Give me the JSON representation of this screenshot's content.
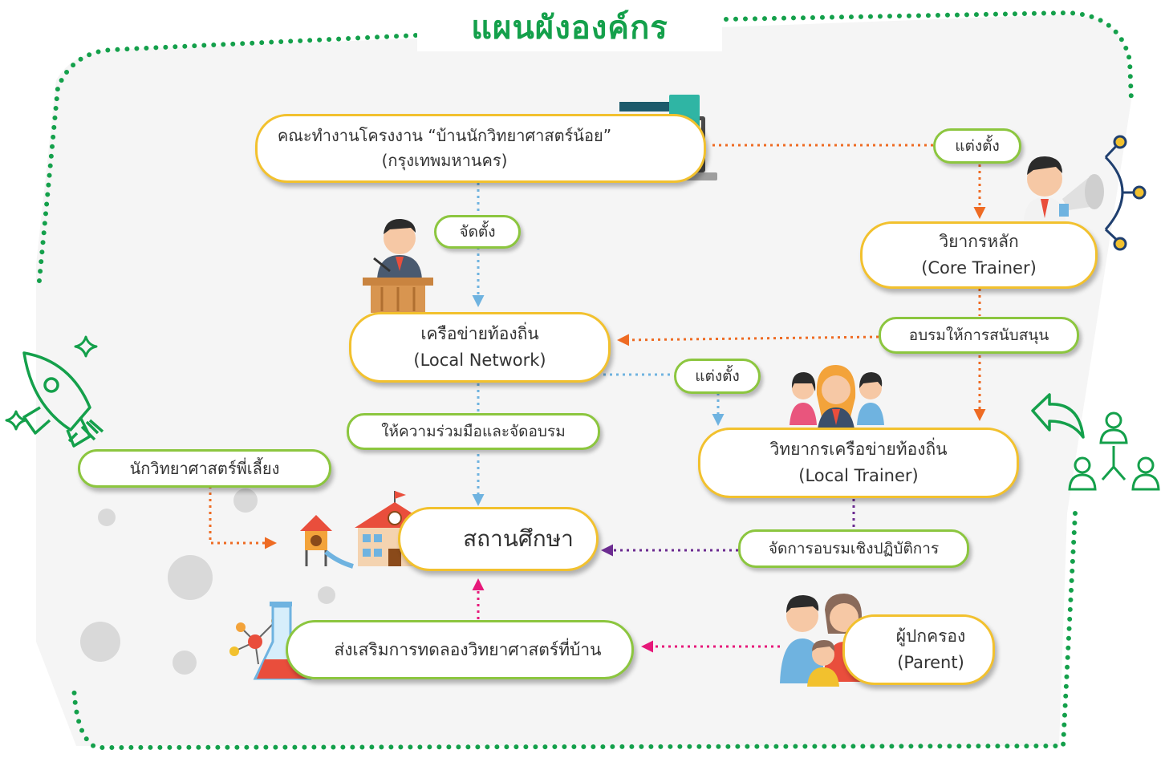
{
  "title": "แผนผังองค์กร",
  "nodes": {
    "committee": {
      "line1": "คณะทำงานโครงงาน “บ้านนักวิทยาศาสตร์น้อย”",
      "line2": "(กรุงเทพมหานคร)"
    },
    "core_trainer": {
      "line1": "วิยากรหลัก",
      "line2": "(Core Trainer)"
    },
    "local_network": {
      "line1": "เครือข่ายท้องถิ่น",
      "line2": "(Local Network)"
    },
    "local_trainer": {
      "line1": "วิทยากรเครือข่ายท้องถิ่น",
      "line2": "(Local Trainer)"
    },
    "school": {
      "line1": "สถานศึกษา"
    },
    "mentor": {
      "line1": "นักวิทยาศาสตร์พี่เลี้ยง"
    },
    "home_experiment": {
      "line1": "ส่งเสริมการทดลองวิทยาศาสตร์ที่บ้าน"
    },
    "parent": {
      "line1": "ผู้ปกครอง",
      "line2": "(Parent)"
    }
  },
  "edge_labels": {
    "appoint_core": "แต่งตั้ง",
    "establish": "จัดตั้ง",
    "train_support": "อบรมให้การสนับสนุน",
    "appoint_local": "แต่งตั้ง",
    "cooperate": "ให้ความร่วมมือและจัดอบรม",
    "workshop": "จัดการอบรมเชิงปฏิบัติการ"
  },
  "icons": [
    "books-laptop-icon",
    "speaker-podium-icon",
    "megaphone-person-icon",
    "network-hub-icon",
    "team-icon",
    "rocket-icon",
    "sparkle-icon",
    "school-building-icon",
    "playground-icon",
    "lab-flask-icon",
    "family-icon",
    "return-arrow-icon",
    "org-people-icon"
  ],
  "colors": {
    "border_dots": "#14a04b",
    "box_yellow": "#f2c12e",
    "box_green": "#8cc63f",
    "arrow_blue": "#6fb3e0",
    "arrow_orange": "#ee6b23",
    "arrow_purple": "#6c2c91",
    "arrow_pink": "#e6197a",
    "title_green": "#14a04b"
  }
}
